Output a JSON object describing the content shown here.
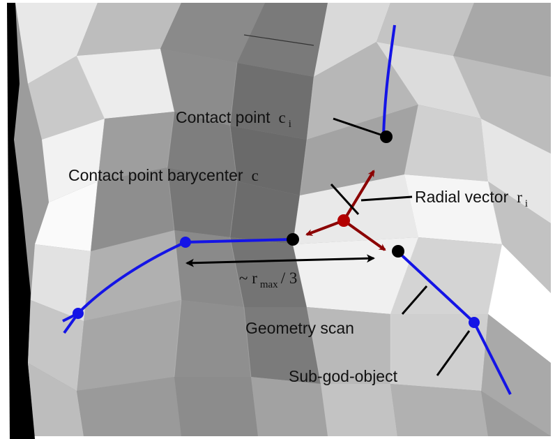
{
  "labels": {
    "contact_point": "Contact point",
    "contact_point_sym": "c",
    "contact_point_sub": "i",
    "barycenter": "Contact point barycenter",
    "barycenter_sym": "c",
    "radial_vector": "Radial vector",
    "radial_vector_sym": "r",
    "radial_vector_sub": "i",
    "distance_prefix": "~ r",
    "distance_sub": "max",
    "distance_suffix": " / 3",
    "geometry_scan": "Geometry scan",
    "sub_god_object": "Sub-god-object"
  },
  "colors": {
    "scan_path": "#1414e6",
    "radial_vector": "#8b0000",
    "barycenter_point": "#b30000",
    "contact_point": "#000000",
    "leader_line": "#000000",
    "mesh_background": "#9a9a9a"
  },
  "icons": {
    "scan_node": "blue-filled-circle",
    "contact_point": "black-filled-circle",
    "barycenter": "red-filled-circle"
  }
}
